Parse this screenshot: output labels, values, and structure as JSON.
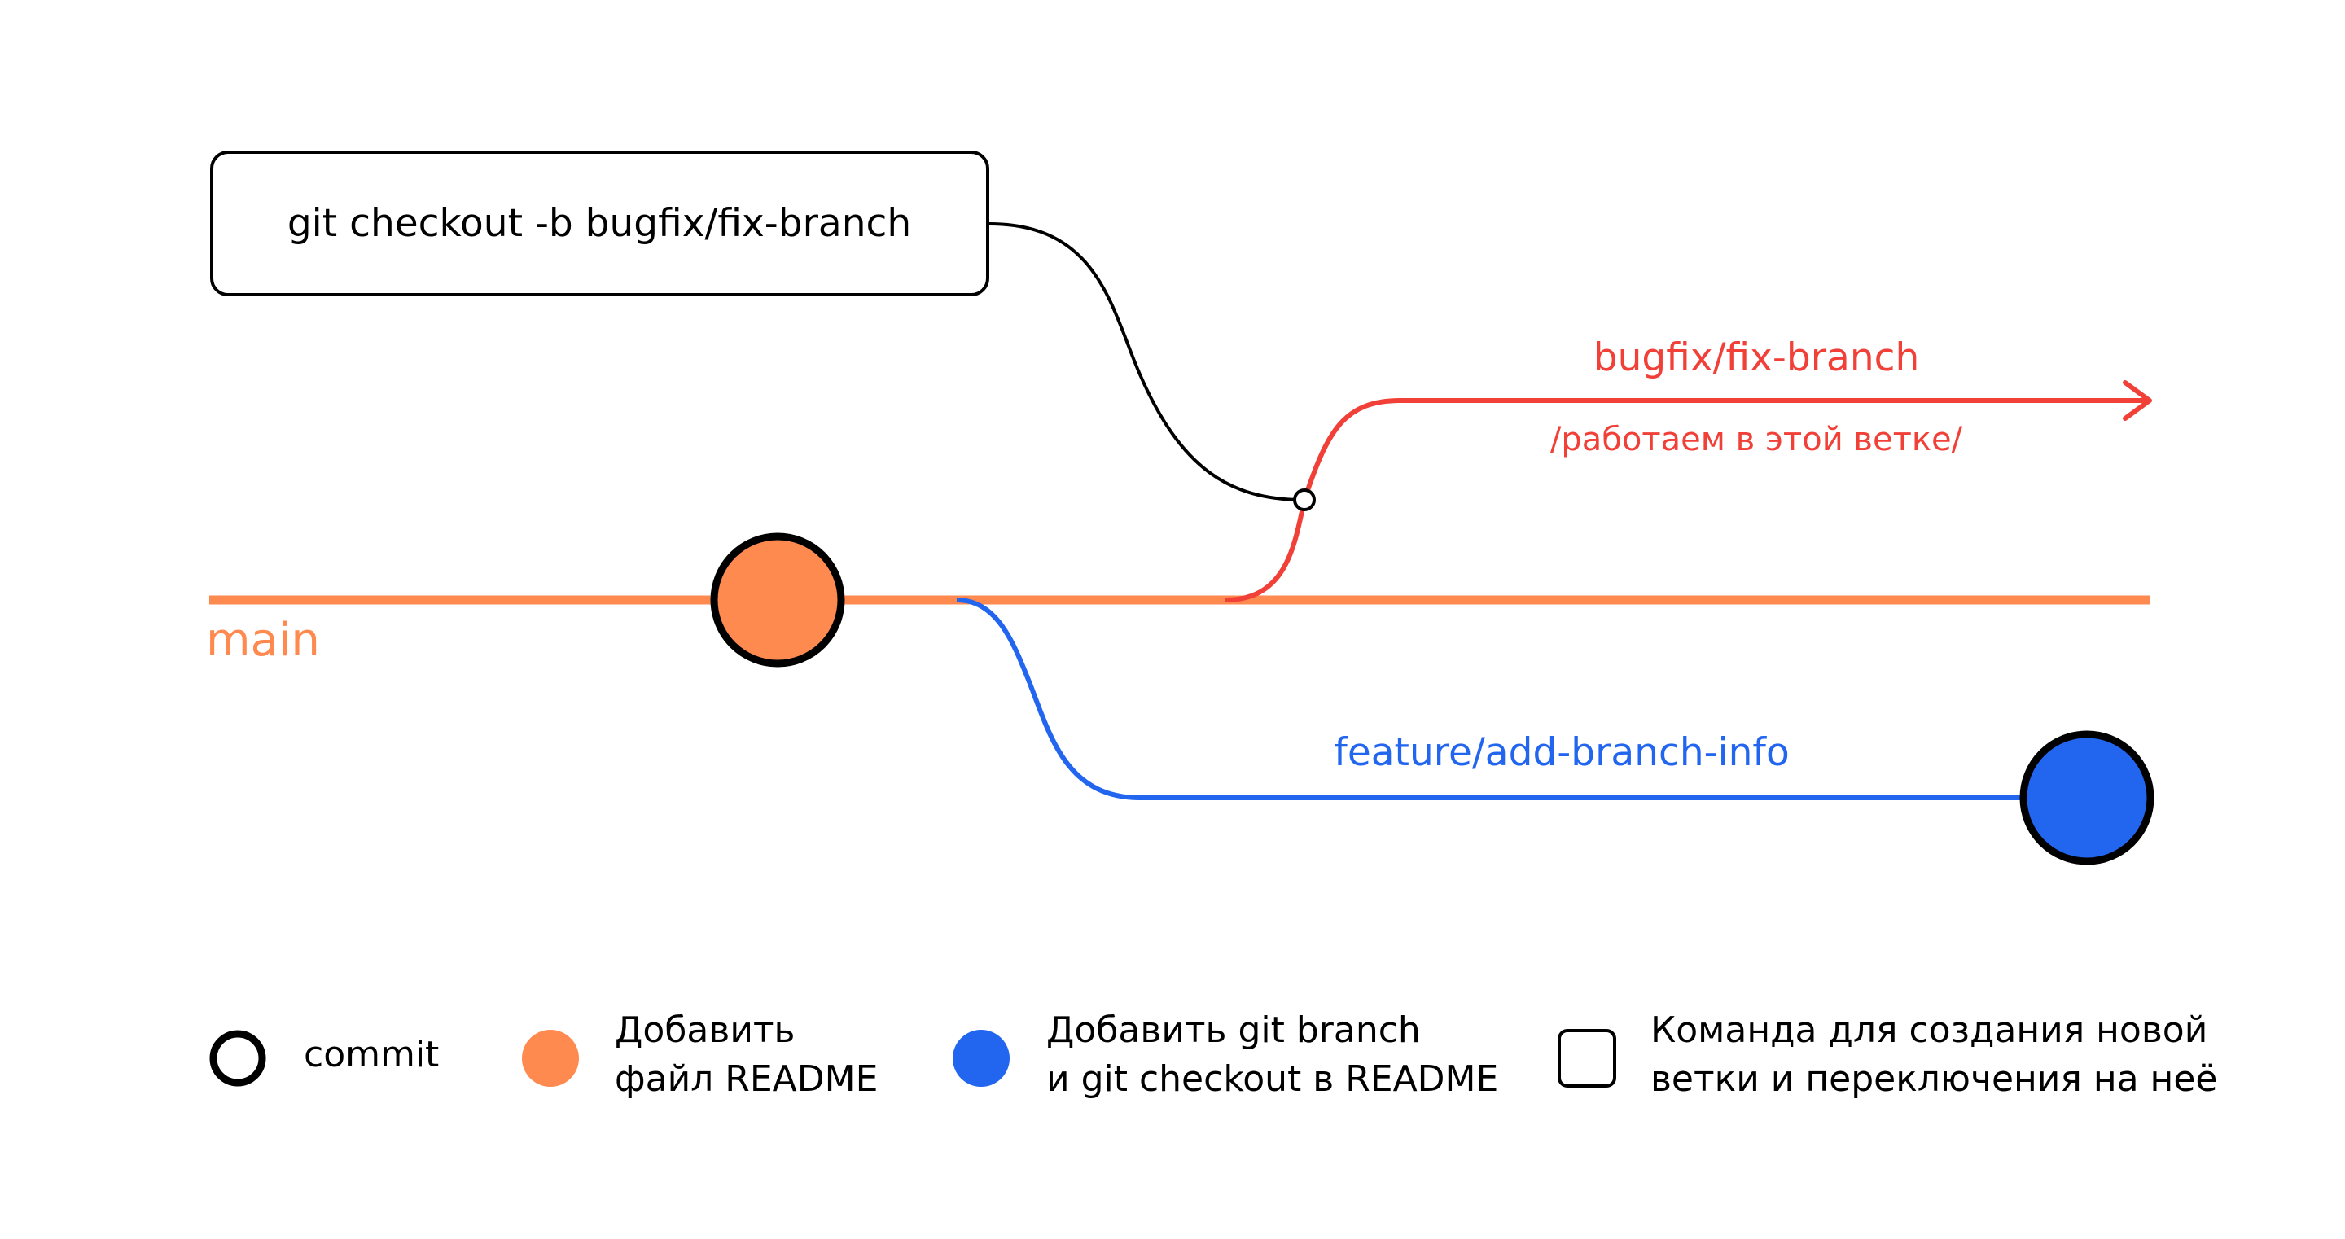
{
  "colors": {
    "main": "#FF8A50",
    "bugfix": "#F04038",
    "feature": "#2266F0",
    "outline": "#000000"
  },
  "command": {
    "text": "git checkout -b bugfix/fix-branch"
  },
  "branches": {
    "main": {
      "label": "main"
    },
    "bugfix": {
      "label": "bugfix/fix-branch",
      "note": "/работаем в этой ветке/"
    },
    "feature": {
      "label": "feature/add-branch-info"
    }
  },
  "legend": {
    "commit": {
      "label": "commit"
    },
    "readme": {
      "line1": "Добавить",
      "line2": "файл README"
    },
    "gitbranch": {
      "line1": "Добавить git branch",
      "line2": "и git checkout в README"
    },
    "command": {
      "line1": "Команда для создания новой",
      "line2": "ветки и переключения на неё"
    }
  }
}
